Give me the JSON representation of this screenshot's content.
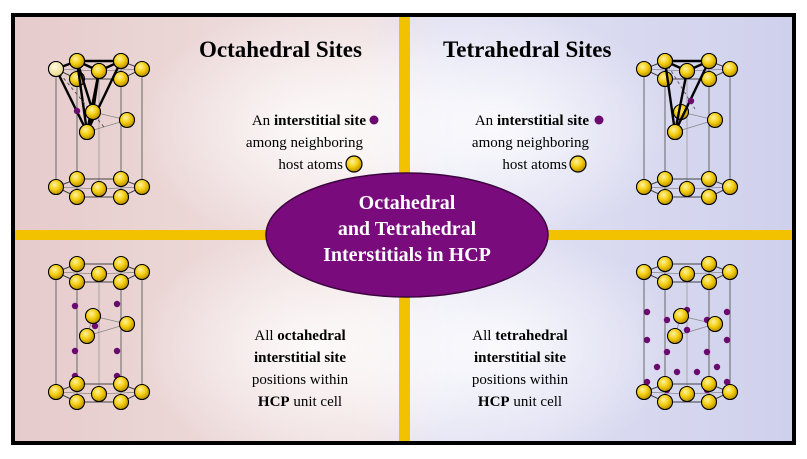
{
  "colors": {
    "divider": "#f2c200",
    "ellipse": "#7a0b7d",
    "atom": "#f3cc0a",
    "interstitial": "#6b0a6e",
    "frame": "#000000"
  },
  "center": {
    "line1": "Octahedral",
    "line2": "and Tetrahedral",
    "line3": "Interstitials in HCP"
  },
  "quadrants": {
    "octahedral_sites": {
      "title": "Octahedral Sites",
      "line1_prefix": "An ",
      "line1_bold": "interstitial site",
      "line2": "among neighboring",
      "line3": "host atoms"
    },
    "tetrahedral_sites": {
      "title": "Tetrahedral Sites",
      "line1_prefix": "An ",
      "line1_bold": "interstitial site",
      "line2": "among neighboring",
      "line3": "host atoms"
    },
    "all_octahedral": {
      "line1_prefix": "All ",
      "line1_bold": "octahedral",
      "line2_bold": "interstitial site",
      "line3": "positions within",
      "line4_bold": "HCP",
      "line4_rest": " unit cell"
    },
    "all_tetrahedral": {
      "line1_prefix": "All ",
      "line1_bold": "tetrahedral",
      "line2_bold": "interstitial site",
      "line3": "positions within",
      "line4_bold": "HCP",
      "line4_rest": " unit cell"
    }
  }
}
